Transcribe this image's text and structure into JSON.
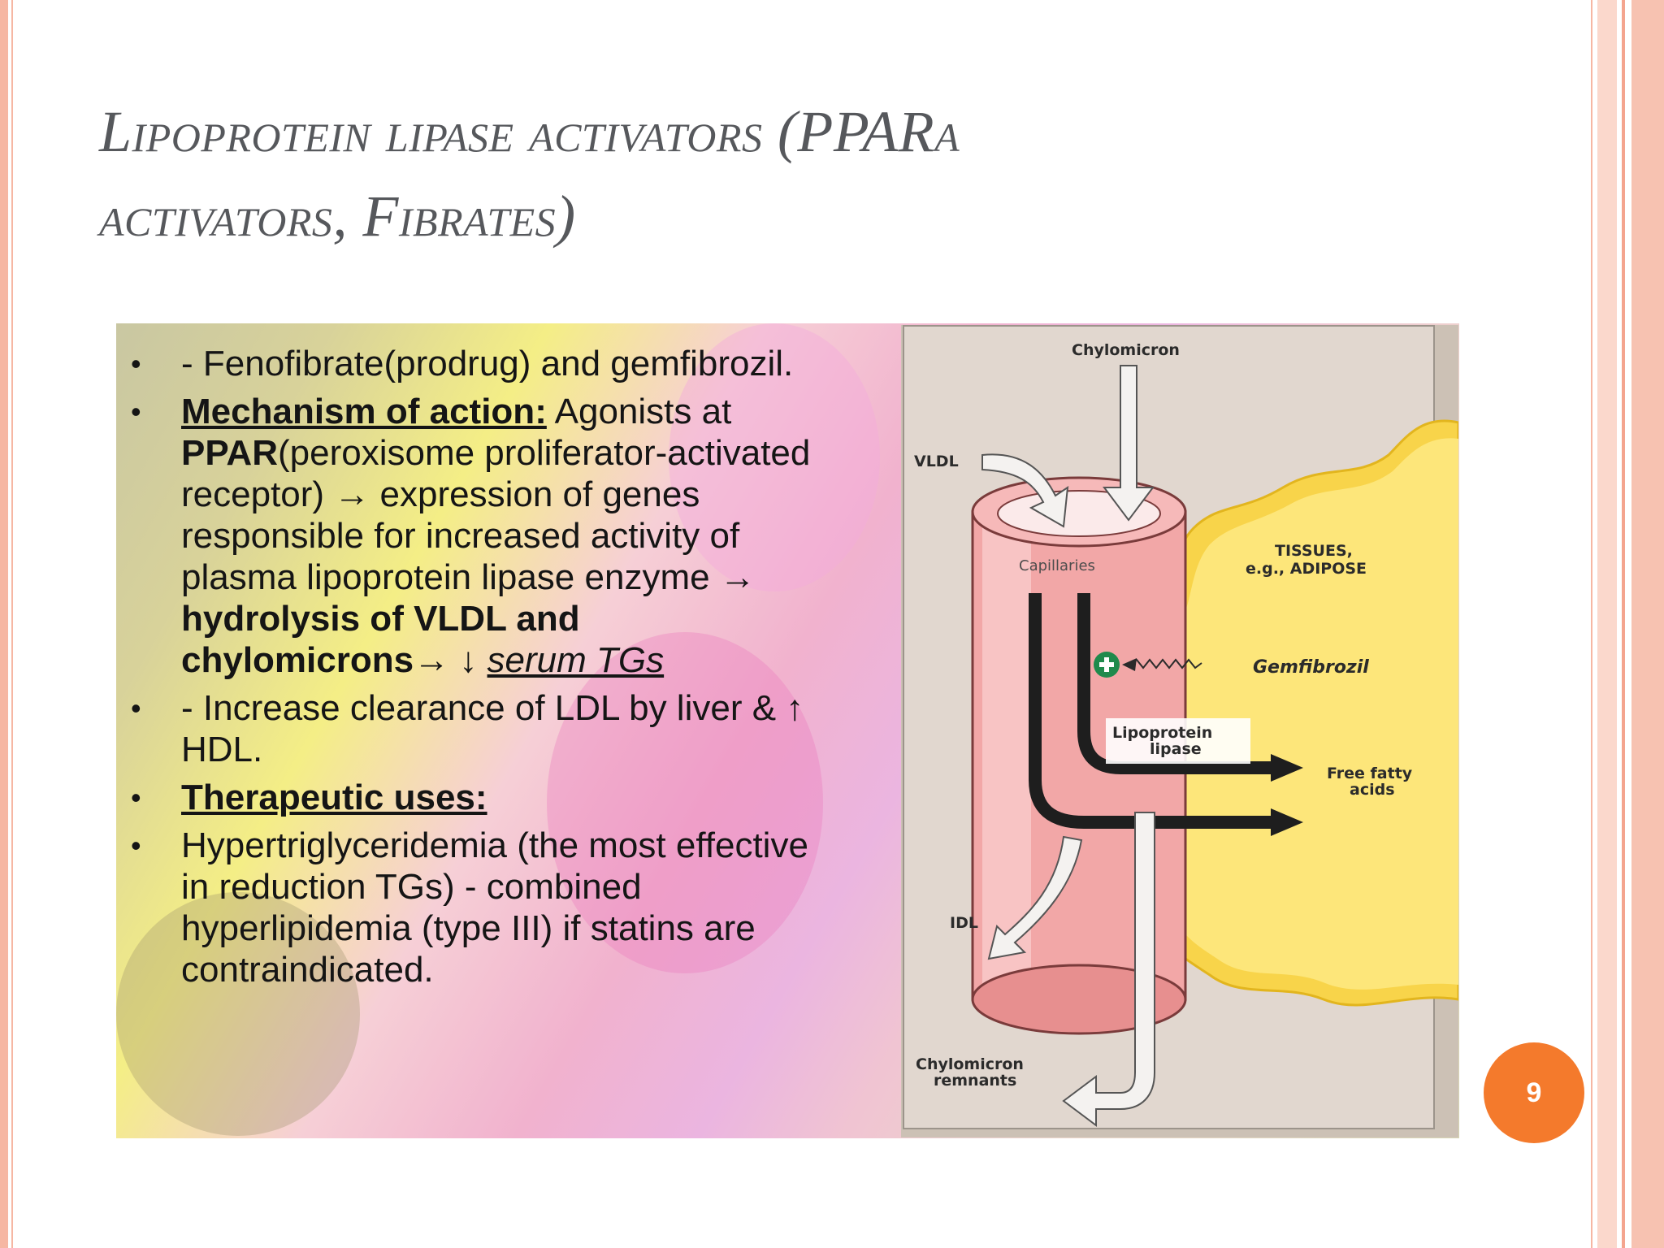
{
  "slide": {
    "title_line1": "Lipoprotein lipase activators (PPARa",
    "title_line2": "activators, Fibrates)",
    "page_number": "9"
  },
  "bullets": {
    "b1": "- Fenofibrate(prodrug) and gemfibrozil.",
    "b2_heading": "Mechanism of action:",
    "b2_text1": " Agonists at ",
    "b2_ppar": "PPAR",
    "b2_text2": "(peroxisome proliferator-activated receptor) → expression of genes responsible for increased activity of plasma lipoprotein lipase enzyme → ",
    "b2_bold": "hydrolysis of VLDL and chylomicrons",
    "b2_arrow": "→ ↓ ",
    "b2_underline": "serum TGs",
    "b3": "-  Increase clearance of LDL by liver & ↑ HDL.",
    "b4_heading": "Therapeutic uses:",
    "b5": "Hypertriglyceridemia (the most effective in reduction TGs) - combined hyperlipidemia (type III) if statins are contraindicated.",
    "bullet_char": "•"
  },
  "diagram": {
    "chylomicron": "Chylomicron",
    "vldl": "VLDL",
    "capillaries": "Capillaries",
    "tissues_line1": "TISSUES,",
    "tissues_line2": "e.g., ADIPOSE",
    "gemfibrozil": "Gemfibrozil",
    "plus": "+",
    "lipoprotein_line1": "Lipoprotein",
    "lipoprotein_line2": "lipase",
    "ffa_line1": "Free fatty",
    "ffa_line2": "acids",
    "idl": "IDL",
    "remnants_line1": "Chylomicron",
    "remnants_line2": "remnants"
  },
  "colors": {
    "frame": "#f6b7a3",
    "title": "#56585c",
    "badge": "#f47a2c",
    "adipose": "#f8d44a",
    "vessel": "#f2a7a7"
  }
}
